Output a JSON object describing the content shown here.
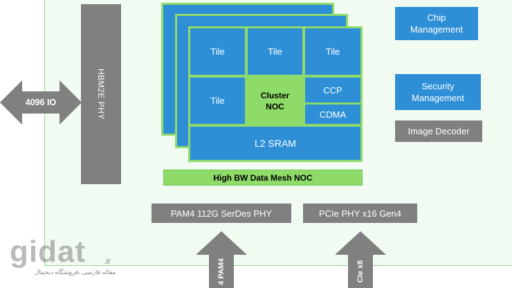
{
  "io": {
    "label": "4096 IO"
  },
  "hbm": {
    "label": "HBM2E PHY"
  },
  "tiles": [
    "Tile",
    "Tile",
    "Tile",
    "Tile"
  ],
  "cluster": {
    "line1": "Cluster",
    "line2": "NOC"
  },
  "ccp": {
    "label": "CCP"
  },
  "cdma": {
    "label": "CDMA"
  },
  "l2": {
    "label": "L2 SRAM"
  },
  "mesh": {
    "label": "High BW Data Mesh NOC"
  },
  "chip_mgmt": {
    "line1": "Chip",
    "line2": "Management"
  },
  "sec_mgmt": {
    "line1": "Security",
    "line2": "Management"
  },
  "image_decoder": {
    "label": "Image Decoder"
  },
  "serdes": {
    "label": "PAM4 112G SerDes PHY"
  },
  "pcie": {
    "label": "PCIe PHY x16 Gen4"
  },
  "arrow_pam4": {
    "label": "4 PAM4"
  },
  "arrow_pcie": {
    "label": "CIe x8"
  },
  "watermark": {
    "brand": "gidat",
    "suffix": ".ir",
    "tagline": "مقاله فارسی ،فروشگاه دیجیتال"
  },
  "colors": {
    "chip_bg": "#f1fbf1",
    "blue": "#2e8fd7",
    "green": "#8fdb6a",
    "gray": "#808080"
  }
}
